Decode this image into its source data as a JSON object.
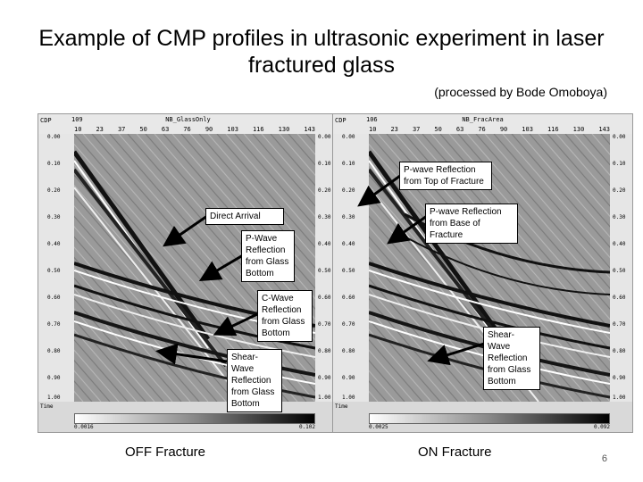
{
  "title": "Example of CMP profiles in ultrasonic experiment in laser fractured glass",
  "credit": "(processed by Bode Omoboya)",
  "panels": {
    "left": {
      "name": "NB_GlassOnly",
      "caption": "OFF Fracture",
      "cdp_label": "CDP",
      "cdp_value": "109",
      "cdp_ticks": [
        "10",
        "23",
        "37",
        "50",
        "63",
        "76",
        "90",
        "103",
        "116",
        "130",
        "143"
      ],
      "time_ticks": [
        "0.00",
        "0.10",
        "0.20",
        "0.30",
        "0.40",
        "0.50",
        "0.60",
        "0.70",
        "0.80",
        "0.90",
        "1.00"
      ],
      "time_label": "Time",
      "cbar_min": "0.0016",
      "cbar_max": "0.102"
    },
    "right": {
      "name": "NB_FracArea",
      "caption": "ON Fracture",
      "cdp_label": "CDP",
      "cdp_value": "106",
      "cdp_ticks": [
        "10",
        "23",
        "37",
        "50",
        "63",
        "76",
        "90",
        "103",
        "116",
        "130",
        "143"
      ],
      "time_ticks": [
        "0.00",
        "0.10",
        "0.20",
        "0.30",
        "0.40",
        "0.50",
        "0.60",
        "0.70",
        "0.80",
        "0.90",
        "1.00"
      ],
      "time_label": "Time",
      "cbar_min": "0.0025",
      "cbar_max": "0.092"
    }
  },
  "annotations": {
    "direct_arrival": "Direct Arrival",
    "p_wave_glass_bottom": "P-Wave Reflection from Glass Bottom",
    "c_wave_glass_bottom": "C-Wave Reflection from Glass Bottom",
    "shear_wave_glass_bottom_left": "Shear-Wave Reflection from Glass Bottom",
    "p_wave_top_fracture": "P-wave Reflection from Top of Fracture",
    "p_wave_base_fracture": "P-wave Reflection from Base of Fracture",
    "shear_wave_glass_bottom_right": "Shear-Wave Reflection from Glass Bottom"
  },
  "page_number": "6"
}
